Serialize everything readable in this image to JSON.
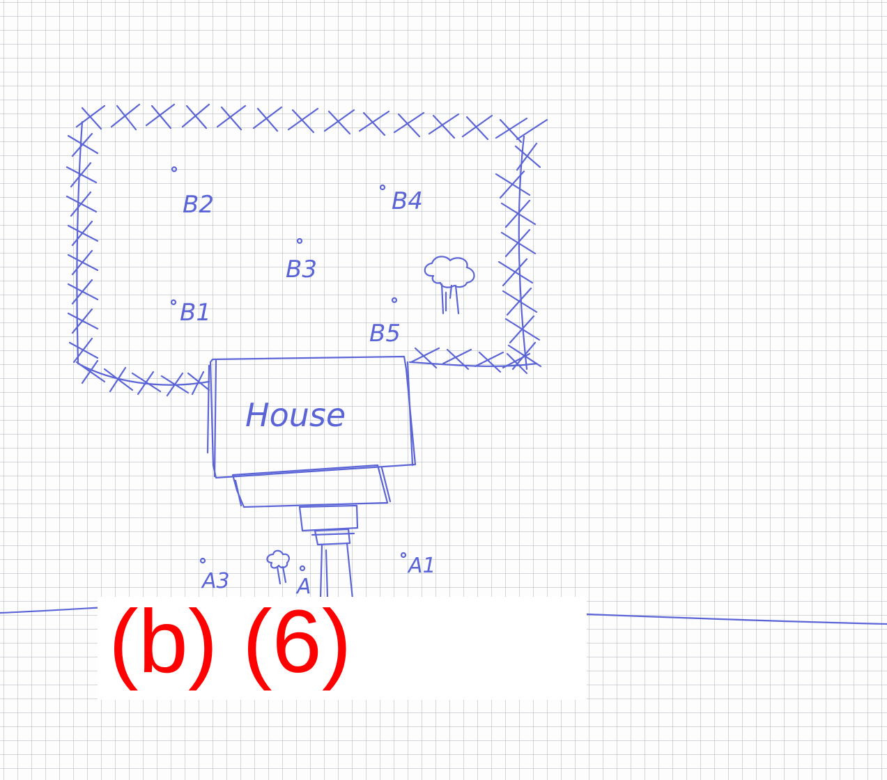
{
  "caption": "(b) (6)",
  "labels": {
    "house": "House",
    "b1": "B1",
    "b2": "B2",
    "b3": "B3",
    "b4": "B4",
    "b5": "B5",
    "a1": "A1",
    "a2": "A",
    "a3": "A3"
  },
  "colors": {
    "ink": "#5a64d6",
    "caption": "#ff0000",
    "grid": "#afb4be"
  }
}
